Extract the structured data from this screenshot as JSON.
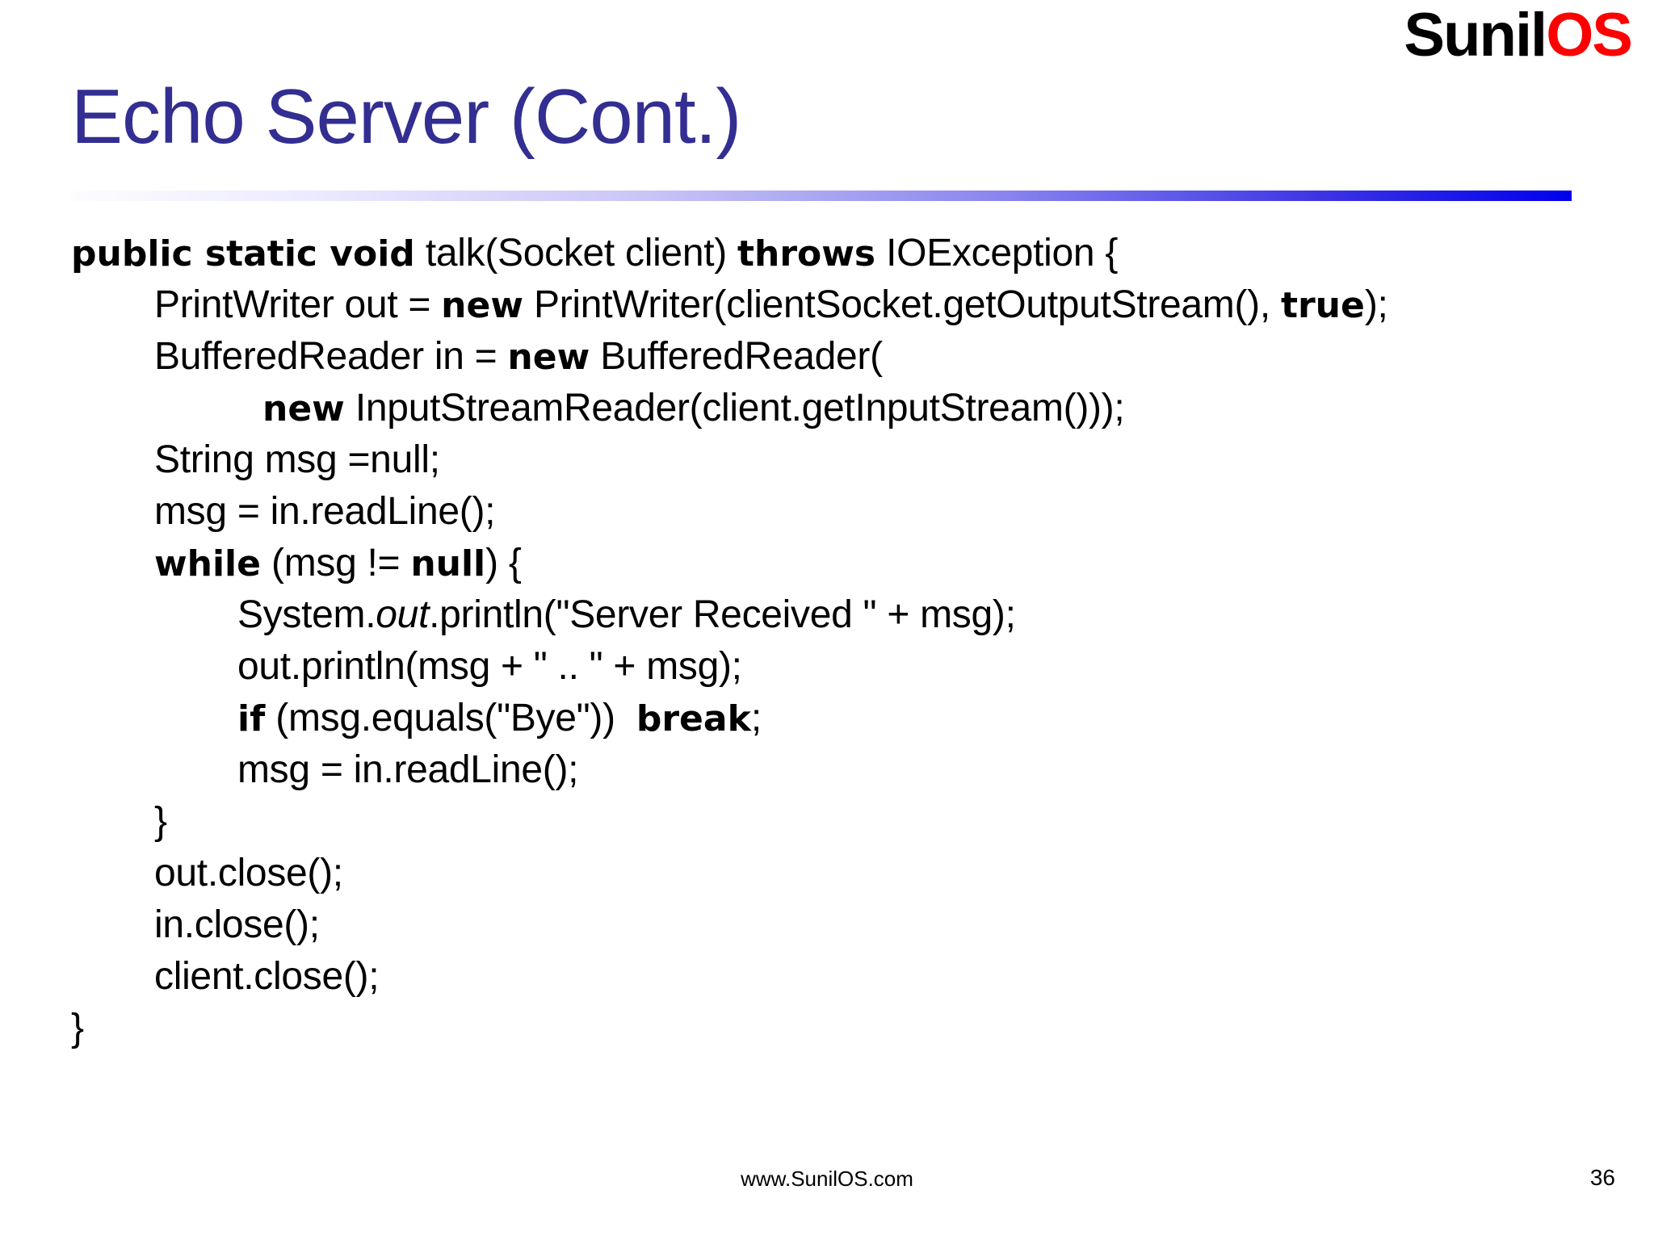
{
  "logo": {
    "part1": "Sunil",
    "part2": "OS",
    "color_part1": "#000000",
    "color_part2": "#ff0000"
  },
  "title": {
    "text": "Echo Server (Cont.)",
    "color": "#332E91"
  },
  "rule": {
    "gradient_from": "#ffffff",
    "gradient_to": "#0000ee"
  },
  "code": {
    "language": "java",
    "lines": [
      {
        "indent": 0,
        "segments": [
          {
            "text": "public static void",
            "style": "kw"
          },
          {
            "text": " talk(Socket client) ",
            "style": "plain"
          },
          {
            "text": "throws",
            "style": "kw"
          },
          {
            "text": " IOException {",
            "style": "plain"
          }
        ]
      },
      {
        "indent": 1,
        "segments": [
          {
            "text": "PrintWriter out = ",
            "style": "plain"
          },
          {
            "text": "new",
            "style": "kw"
          },
          {
            "text": " PrintWriter(clientSocket.getOutputStream(), ",
            "style": "plain"
          },
          {
            "text": "true",
            "style": "kw"
          },
          {
            "text": ");",
            "style": "plain"
          }
        ]
      },
      {
        "indent": 1,
        "segments": [
          {
            "text": "BufferedReader in = ",
            "style": "plain"
          },
          {
            "text": "new",
            "style": "kw"
          },
          {
            "text": " BufferedReader(",
            "style": "plain"
          }
        ]
      },
      {
        "indent": 3,
        "segments": [
          {
            "text": "new",
            "style": "kw"
          },
          {
            "text": " InputStreamReader(client.getInputStream()));",
            "style": "plain"
          }
        ]
      },
      {
        "indent": 1,
        "segments": [
          {
            "text": "String msg =null;",
            "style": "plain"
          }
        ]
      },
      {
        "indent": 1,
        "segments": [
          {
            "text": "msg = in.readLine();",
            "style": "plain"
          }
        ]
      },
      {
        "indent": 1,
        "segments": [
          {
            "text": "while",
            "style": "kw"
          },
          {
            "text": " (msg != ",
            "style": "plain"
          },
          {
            "text": "null",
            "style": "kw"
          },
          {
            "text": ") {",
            "style": "plain"
          }
        ]
      },
      {
        "indent": 2,
        "segments": [
          {
            "text": "System.",
            "style": "plain"
          },
          {
            "text": "out",
            "style": "it"
          },
          {
            "text": ".println(\"Server Received \" + msg);",
            "style": "plain"
          }
        ]
      },
      {
        "indent": 2,
        "segments": [
          {
            "text": "out.println(msg + \" .. \" + msg);",
            "style": "plain"
          }
        ]
      },
      {
        "indent": 2,
        "segments": [
          {
            "text": "if",
            "style": "kw"
          },
          {
            "text": " (msg.equals(\"Bye\"))  ",
            "style": "plain"
          },
          {
            "text": "break",
            "style": "kw"
          },
          {
            "text": ";",
            "style": "plain"
          }
        ]
      },
      {
        "indent": 2,
        "segments": [
          {
            "text": "msg = in.readLine();",
            "style": "plain"
          }
        ]
      },
      {
        "indent": 1,
        "segments": [
          {
            "text": "}",
            "style": "plain"
          }
        ]
      },
      {
        "indent": 1,
        "segments": [
          {
            "text": "out.close();",
            "style": "plain"
          }
        ]
      },
      {
        "indent": 1,
        "segments": [
          {
            "text": "in.close();",
            "style": "plain"
          }
        ]
      },
      {
        "indent": 1,
        "segments": [
          {
            "text": "client.close();",
            "style": "plain"
          }
        ]
      },
      {
        "indent": 0,
        "segments": [
          {
            "text": "}",
            "style": "plain"
          }
        ]
      }
    ]
  },
  "footer": {
    "url": "www.SunilOS.com",
    "page_number": "36"
  }
}
